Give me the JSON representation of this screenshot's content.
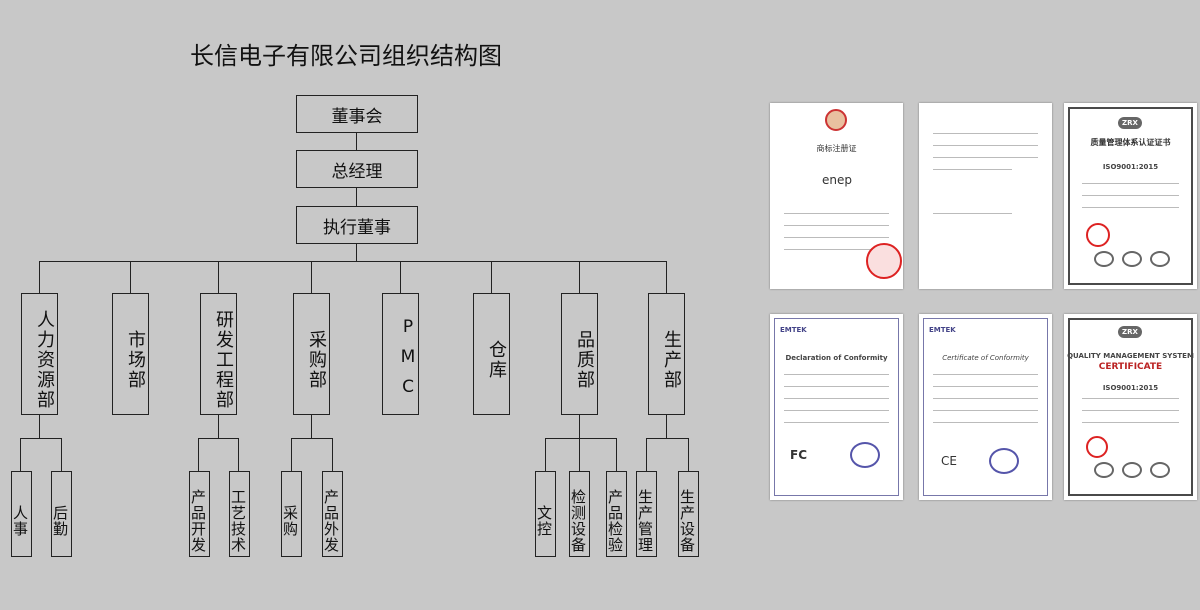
{
  "title": "长信电子有限公司组织结构图",
  "org": {
    "board": "董事会",
    "general_manager": "总经理",
    "executive_director": "执行董事",
    "departments": [
      {
        "name": "人力资源部",
        "subs": [
          "人事",
          "后勤"
        ]
      },
      {
        "name": "市场部",
        "subs": []
      },
      {
        "name": "研发工程部",
        "subs": [
          "产品开发",
          "工艺技术"
        ]
      },
      {
        "name": "采购部",
        "subs": [
          "采购",
          "产品外发"
        ]
      },
      {
        "name": "PMC",
        "subs": []
      },
      {
        "name": "仓库",
        "subs": []
      },
      {
        "name": "品质部",
        "subs": [
          "文控",
          "检测设备",
          "产品检验"
        ]
      },
      {
        "name": "生产部",
        "subs": [
          "生产管理",
          "生产设备"
        ]
      }
    ]
  },
  "certificates": [
    {
      "title": "商标注册证",
      "brand": "enep"
    },
    {
      "title": "",
      "brand": ""
    },
    {
      "title": "质量管理体系认证证书",
      "standard": "ISO9001:2015",
      "logo": "ZRX"
    },
    {
      "title": "Declaration of Conformity",
      "logo": "EMTEK",
      "mark": "FC"
    },
    {
      "title": "Certificate of Conformity",
      "logo": "EMTEK",
      "mark": "CE"
    },
    {
      "title": "QUALITY MANAGEMENT SYSTEM",
      "subtitle": "CERTIFICATE",
      "standard": "ISO9001:2015",
      "logo": "ZRX"
    }
  ]
}
